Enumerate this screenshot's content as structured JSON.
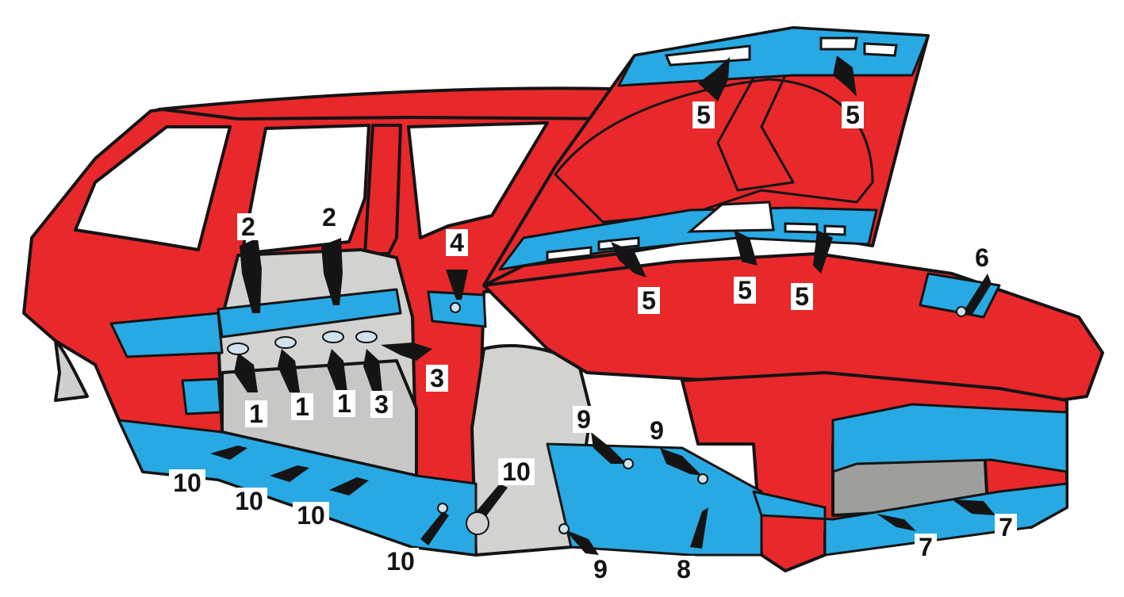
{
  "diagram": {
    "colors": {
      "body_red": "#e8282a",
      "body_red_dark": "#b81c1e",
      "protect_blue": "#28a9e3",
      "interior_grey": "#d2d2d0",
      "outline": "#141414",
      "label_bg": "#ffffff"
    },
    "callouts": [
      {
        "id": "c-2a",
        "number": "2"
      },
      {
        "id": "c-2b",
        "number": "2"
      },
      {
        "id": "c-4",
        "number": "4"
      },
      {
        "id": "c-5a",
        "number": "5"
      },
      {
        "id": "c-5b",
        "number": "5"
      },
      {
        "id": "c-5c",
        "number": "5"
      },
      {
        "id": "c-5d",
        "number": "5"
      },
      {
        "id": "c-5e",
        "number": "5"
      },
      {
        "id": "c-6",
        "number": "6"
      },
      {
        "id": "c-3a",
        "number": "3"
      },
      {
        "id": "c-1a",
        "number": "1"
      },
      {
        "id": "c-1b",
        "number": "1"
      },
      {
        "id": "c-1c",
        "number": "1"
      },
      {
        "id": "c-3b",
        "number": "3"
      },
      {
        "id": "c-9a",
        "number": "9"
      },
      {
        "id": "c-9b",
        "number": "9"
      },
      {
        "id": "c-10a",
        "number": "10"
      },
      {
        "id": "c-10b",
        "number": "10"
      },
      {
        "id": "c-10c",
        "number": "10"
      },
      {
        "id": "c-10d",
        "number": "10"
      },
      {
        "id": "c-10e",
        "number": "10"
      },
      {
        "id": "c-9c",
        "number": "9"
      },
      {
        "id": "c-8",
        "number": "8"
      },
      {
        "id": "c-7a",
        "number": "7"
      },
      {
        "id": "c-7b",
        "number": "7"
      }
    ]
  }
}
